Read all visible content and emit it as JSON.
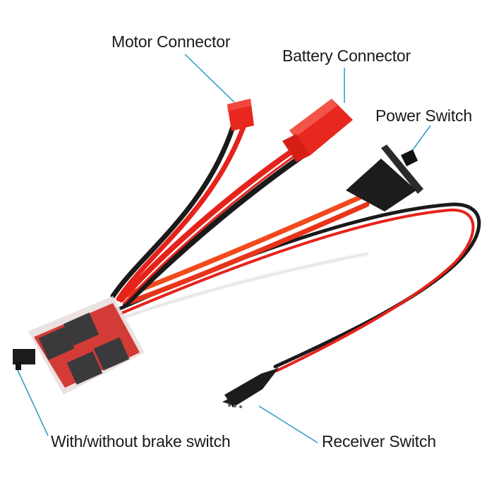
{
  "diagram": {
    "subject": "Brushed ESC module with wiring harness",
    "callout_color": "#2a9bc4",
    "labels": {
      "motor_connector": "Motor Connector",
      "battery_connector": "Battery Connector",
      "power_switch": "Power Switch",
      "brake_switch": "With/without brake switch",
      "receiver_switch": "Receiver Switch"
    },
    "colors": {
      "connector_red": "#e8271e",
      "wire_red": "#e5231b",
      "wire_orange": "#f24a1c",
      "wire_black": "#1a1a1a",
      "wire_white": "#f2f2f2",
      "pcb_red": "#c8302c",
      "mosfet_dark": "#3a3a3c",
      "switch_black": "#1c1c1c"
    }
  }
}
